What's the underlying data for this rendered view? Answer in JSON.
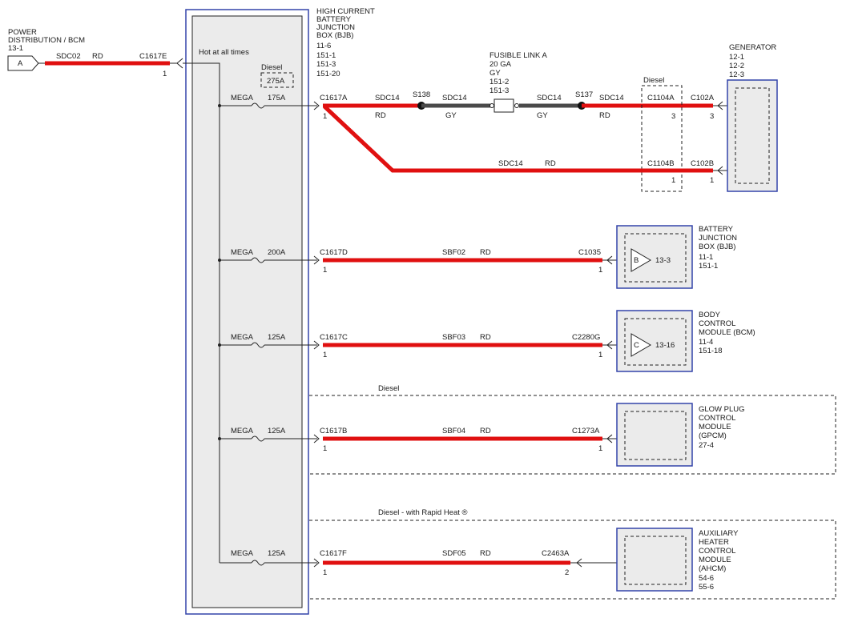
{
  "left_source": {
    "title_lines": [
      "POWER",
      "DISTRIBUTION / BCM",
      "13-1"
    ],
    "connector_letter": "A",
    "circuit": "SDC02",
    "color": "RD",
    "connector": "C1617E",
    "pin": "1"
  },
  "bjb": {
    "title_lines": [
      "HIGH CURRENT",
      "BATTERY",
      "JUNCTION",
      "BOX (BJB)",
      "11-6",
      "151-1",
      "151-3",
      "151-20"
    ],
    "hot_label": "Hot at all times",
    "diesel_box_label": "Diesel",
    "diesel_box_value": "275A"
  },
  "fuses": [
    {
      "type": "MEGA",
      "rating": "175A"
    },
    {
      "type": "MEGA",
      "rating": "200A"
    },
    {
      "type": "MEGA",
      "rating": "125A"
    },
    {
      "type": "MEGA",
      "rating": "125A"
    },
    {
      "type": "MEGA",
      "rating": "125A"
    }
  ],
  "generator_branch": {
    "c1617a": "C1617A",
    "c1617a_pin": "1",
    "sdc14_a": "SDC14",
    "rd_a": "RD",
    "s138": "S138",
    "sdc14_b": "SDC14",
    "gy_b": "GY",
    "fusible_link_lines": [
      "FUSIBLE LINK A",
      "20 GA",
      "GY",
      "151-2",
      "151-3"
    ],
    "sdc14_c": "SDC14",
    "gy_c": "GY",
    "s137": "S137",
    "sdc14_d": "SDC14",
    "rd_d": "RD",
    "diesel_label": "Diesel",
    "c1104a": "C1104A",
    "c1104a_pin": "3",
    "c102a": "C102A",
    "c102a_pin": "3",
    "lower_circuit": "SDC14",
    "lower_color": "RD",
    "c1104b": "C1104B",
    "c1104b_pin": "1",
    "c102b": "C102B",
    "c102b_pin": "1",
    "generator_lines": [
      "GENERATOR",
      "12-1",
      "12-2",
      "12-3"
    ]
  },
  "branches": [
    {
      "connector": "C1617D",
      "pin": "1",
      "circuit": "SBF02",
      "color": "RD",
      "dest_connector": "C1035",
      "dest_pin": "1",
      "ref_letter": "B",
      "ref_page": "13-3",
      "label_lines": [
        "BATTERY",
        "JUNCTION",
        "BOX (BJB)",
        "11-1",
        "151-1"
      ]
    },
    {
      "connector": "C1617C",
      "pin": "1",
      "circuit": "SBF03",
      "color": "RD",
      "dest_connector": "C2280G",
      "dest_pin": "1",
      "ref_letter": "C",
      "ref_page": "13-16",
      "label_lines": [
        "BODY",
        "CONTROL",
        "MODULE (BCM)",
        "11-4",
        "151-18"
      ]
    },
    {
      "connector": "C1617B",
      "pin": "1",
      "circuit": "SBF04",
      "color": "RD",
      "dest_connector": "C1273A",
      "dest_pin": "1",
      "label_lines": [
        "GLOW PLUG",
        "CONTROL",
        "MODULE",
        "(GPCM)",
        "27-4"
      ],
      "region_label": "Diesel"
    },
    {
      "connector": "C1617F",
      "pin": "1",
      "circuit": "SDF05",
      "color": "RD",
      "dest_connector": "C2463A",
      "dest_pin": "2",
      "label_lines": [
        "AUXILIARY",
        "HEATER",
        "CONTROL",
        "MODULE",
        "(AHCM)",
        "54-6",
        "55-6"
      ],
      "region_label": "Diesel - with Rapid Heat ®"
    }
  ],
  "colors": {
    "wire_red": "#e01010",
    "wire_gray": "#4a4a4a",
    "module_blue": "#3344aa",
    "box_fill": "#ebebeb"
  }
}
